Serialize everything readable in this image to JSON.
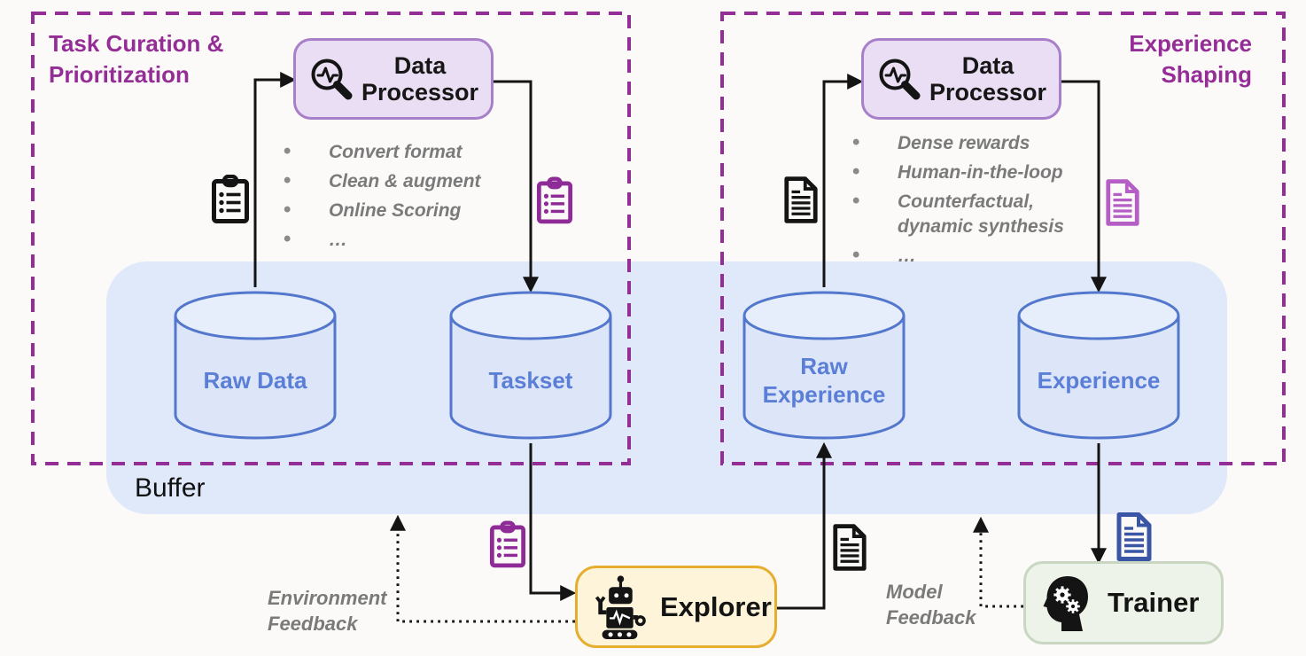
{
  "diagram": {
    "left_region": {
      "title_line1": "Task Curation &",
      "title_line2": "Prioritization"
    },
    "right_region": {
      "title_line1": "Experience",
      "title_line2": "Shaping"
    },
    "processor_left": {
      "line1": "Data",
      "line2": "Processor"
    },
    "processor_right": {
      "line1": "Data",
      "line2": "Processor"
    },
    "left_notes": {
      "items": [
        "Convert format",
        "Clean & augment",
        "Online Scoring",
        "…"
      ]
    },
    "right_notes": {
      "items": [
        "Dense rewards",
        "Human-in-the-loop",
        "Counterfactual, dynamic synthesis",
        "…"
      ]
    },
    "buffer": {
      "label": "Buffer"
    },
    "stores": {
      "raw_data": "Raw Data",
      "taskset": "Taskset",
      "raw_experience": "Raw Experience",
      "experience": "Experience"
    },
    "explorer": {
      "label": "Explorer"
    },
    "trainer": {
      "label": "Trainer"
    },
    "feedback": {
      "environment": "Environment Feedback",
      "model": "Model Feedback"
    },
    "icons": {
      "processor": "magnifier-waveform-icon",
      "task_document": "clipboard-list-icon",
      "experience_document": "document-lines-icon",
      "explorer": "robot-icon",
      "trainer": "head-gears-icon"
    },
    "colors": {
      "region_purple": "#952d96",
      "processor_fill": "#e9def3",
      "processor_border": "#a87fc9",
      "buffer_fill": "#e0e9fa",
      "store_stroke": "#5377cc",
      "store_fill": "#dce6f8",
      "store_text": "#5b7ed6",
      "explorer_fill": "#fdf4da",
      "explorer_border": "#e6ae2f",
      "trainer_fill": "#eef3e9",
      "trainer_border": "#c9d6c1",
      "note_gray": "#7a7a7a",
      "line_black": "#141414",
      "clipboard_purple": "#8e2b96",
      "document_orchid": "#b45ec6",
      "document_blue": "#3a55a5"
    }
  }
}
